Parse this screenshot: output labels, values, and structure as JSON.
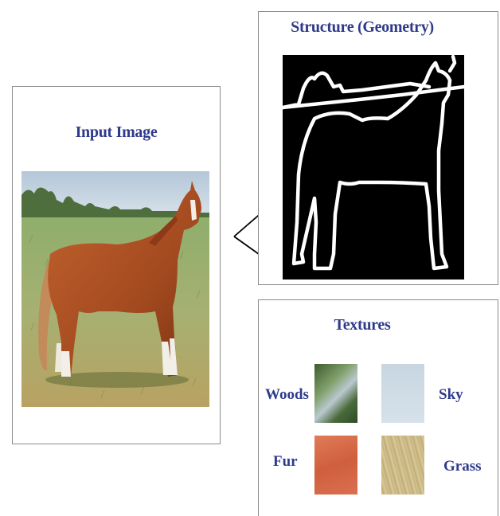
{
  "input_panel": {
    "title": "Input Image"
  },
  "structure_panel": {
    "title": "Structure (Geometry)"
  },
  "textures_panel": {
    "title": "Textures",
    "items": [
      {
        "label": "Woods",
        "color": "#5f7f52"
      },
      {
        "label": "Sky",
        "color": "#cdd9e3"
      },
      {
        "label": "Fur",
        "color": "#d46a4a"
      },
      {
        "label": "Grass",
        "color": "#cdb887"
      }
    ]
  }
}
